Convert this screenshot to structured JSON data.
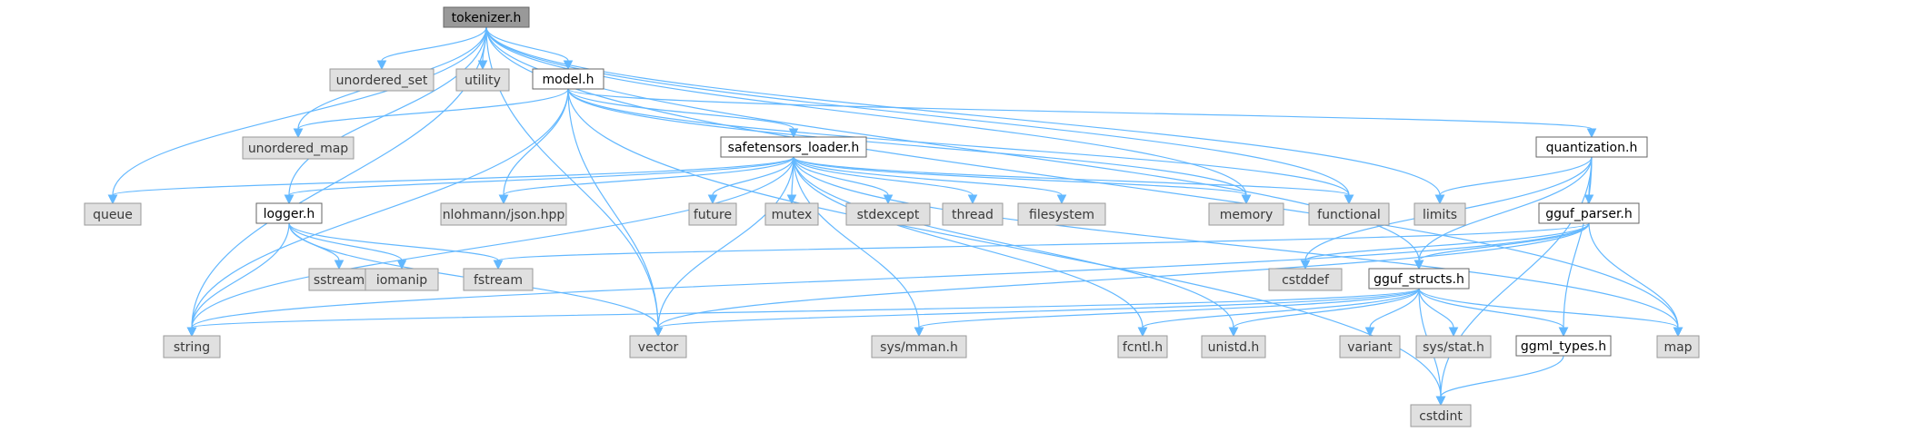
{
  "title": "tokenizer.h include dependency graph",
  "colors": {
    "edge": "#63b8ff",
    "system_fill": "#e0e0e0",
    "root_fill": "#999999",
    "header_fill": "#ffffff"
  },
  "nodes": [
    {
      "id": "tokenizer",
      "label": "tokenizer.h",
      "kind": "root"
    },
    {
      "id": "unordered_set",
      "label": "unordered_set",
      "kind": "sys"
    },
    {
      "id": "utility",
      "label": "utility",
      "kind": "sys"
    },
    {
      "id": "model",
      "label": "model.h",
      "kind": "hdr"
    },
    {
      "id": "unordered_map",
      "label": "unordered_map",
      "kind": "sys"
    },
    {
      "id": "safetensors",
      "label": "safetensors_loader.h",
      "kind": "hdr"
    },
    {
      "id": "quantization",
      "label": "quantization.h",
      "kind": "hdr"
    },
    {
      "id": "queue",
      "label": "queue",
      "kind": "sys"
    },
    {
      "id": "logger",
      "label": "logger.h",
      "kind": "hdr"
    },
    {
      "id": "json",
      "label": "nlohmann/json.hpp",
      "kind": "sys"
    },
    {
      "id": "future",
      "label": "future",
      "kind": "sys"
    },
    {
      "id": "mutex",
      "label": "mutex",
      "kind": "sys"
    },
    {
      "id": "stdexcept",
      "label": "stdexcept",
      "kind": "sys"
    },
    {
      "id": "thread",
      "label": "thread",
      "kind": "sys"
    },
    {
      "id": "filesystem",
      "label": "filesystem",
      "kind": "sys"
    },
    {
      "id": "memory",
      "label": "memory",
      "kind": "sys"
    },
    {
      "id": "functional",
      "label": "functional",
      "kind": "sys"
    },
    {
      "id": "limits",
      "label": "limits",
      "kind": "sys"
    },
    {
      "id": "gguf_parser",
      "label": "gguf_parser.h",
      "kind": "hdr"
    },
    {
      "id": "sstream",
      "label": "sstream",
      "kind": "sys"
    },
    {
      "id": "iomanip",
      "label": "iomanip",
      "kind": "sys"
    },
    {
      "id": "fstream",
      "label": "fstream",
      "kind": "sys"
    },
    {
      "id": "cstddef",
      "label": "cstddef",
      "kind": "sys"
    },
    {
      "id": "gguf_structs",
      "label": "gguf_structs.h",
      "kind": "hdr"
    },
    {
      "id": "string",
      "label": "string",
      "kind": "sys"
    },
    {
      "id": "vector",
      "label": "vector",
      "kind": "sys"
    },
    {
      "id": "mman",
      "label": "sys/mman.h",
      "kind": "sys"
    },
    {
      "id": "fcntl",
      "label": "fcntl.h",
      "kind": "sys"
    },
    {
      "id": "unistd",
      "label": "unistd.h",
      "kind": "sys"
    },
    {
      "id": "variant",
      "label": "variant",
      "kind": "sys"
    },
    {
      "id": "sysstat",
      "label": "sys/stat.h",
      "kind": "sys"
    },
    {
      "id": "ggml_types",
      "label": "ggml_types.h",
      "kind": "hdr"
    },
    {
      "id": "map",
      "label": "map",
      "kind": "sys"
    },
    {
      "id": "cstdint",
      "label": "cstdint",
      "kind": "sys"
    }
  ],
  "edges": [
    [
      "tokenizer",
      "unordered_set"
    ],
    [
      "tokenizer",
      "utility"
    ],
    [
      "tokenizer",
      "model"
    ],
    [
      "tokenizer",
      "unordered_map"
    ],
    [
      "tokenizer",
      "queue"
    ],
    [
      "tokenizer",
      "logger"
    ],
    [
      "tokenizer",
      "string"
    ],
    [
      "tokenizer",
      "vector"
    ],
    [
      "tokenizer",
      "memory"
    ],
    [
      "tokenizer",
      "functional"
    ],
    [
      "tokenizer",
      "limits"
    ],
    [
      "tokenizer",
      "map"
    ],
    [
      "tokenizer",
      "gguf_structs"
    ],
    [
      "model",
      "unordered_map"
    ],
    [
      "model",
      "safetensors"
    ],
    [
      "model",
      "quantization"
    ],
    [
      "model",
      "json"
    ],
    [
      "model",
      "memory"
    ],
    [
      "model",
      "functional"
    ],
    [
      "model",
      "string"
    ],
    [
      "model",
      "vector"
    ],
    [
      "model",
      "cstdint"
    ],
    [
      "safetensors",
      "queue"
    ],
    [
      "safetensors",
      "logger"
    ],
    [
      "safetensors",
      "json"
    ],
    [
      "safetensors",
      "future"
    ],
    [
      "safetensors",
      "mutex"
    ],
    [
      "safetensors",
      "stdexcept"
    ],
    [
      "safetensors",
      "thread"
    ],
    [
      "safetensors",
      "filesystem"
    ],
    [
      "safetensors",
      "memory"
    ],
    [
      "safetensors",
      "functional"
    ],
    [
      "safetensors",
      "string"
    ],
    [
      "safetensors",
      "vector"
    ],
    [
      "safetensors",
      "mman"
    ],
    [
      "safetensors",
      "fcntl"
    ],
    [
      "safetensors",
      "unistd"
    ],
    [
      "safetensors",
      "map"
    ],
    [
      "quantization",
      "limits"
    ],
    [
      "quantization",
      "gguf_parser"
    ],
    [
      "quantization",
      "cstddef"
    ],
    [
      "quantization",
      "ggml_types"
    ],
    [
      "quantization",
      "cstdint"
    ],
    [
      "quantization",
      "gguf_structs"
    ],
    [
      "logger",
      "sstream"
    ],
    [
      "logger",
      "iomanip"
    ],
    [
      "logger",
      "fstream"
    ],
    [
      "logger",
      "string"
    ],
    [
      "logger",
      "vector"
    ],
    [
      "gguf_parser",
      "fstream"
    ],
    [
      "gguf_parser",
      "cstddef"
    ],
    [
      "gguf_parser",
      "gguf_structs"
    ],
    [
      "gguf_parser",
      "string"
    ],
    [
      "gguf_parser",
      "vector"
    ],
    [
      "gguf_parser",
      "map"
    ],
    [
      "gguf_structs",
      "string"
    ],
    [
      "gguf_structs",
      "vector"
    ],
    [
      "gguf_structs",
      "mman"
    ],
    [
      "gguf_structs",
      "fcntl"
    ],
    [
      "gguf_structs",
      "unistd"
    ],
    [
      "gguf_structs",
      "variant"
    ],
    [
      "gguf_structs",
      "sysstat"
    ],
    [
      "gguf_structs",
      "ggml_types"
    ],
    [
      "gguf_structs",
      "map"
    ],
    [
      "gguf_structs",
      "cstdint"
    ],
    [
      "ggml_types",
      "cstdint"
    ]
  ]
}
